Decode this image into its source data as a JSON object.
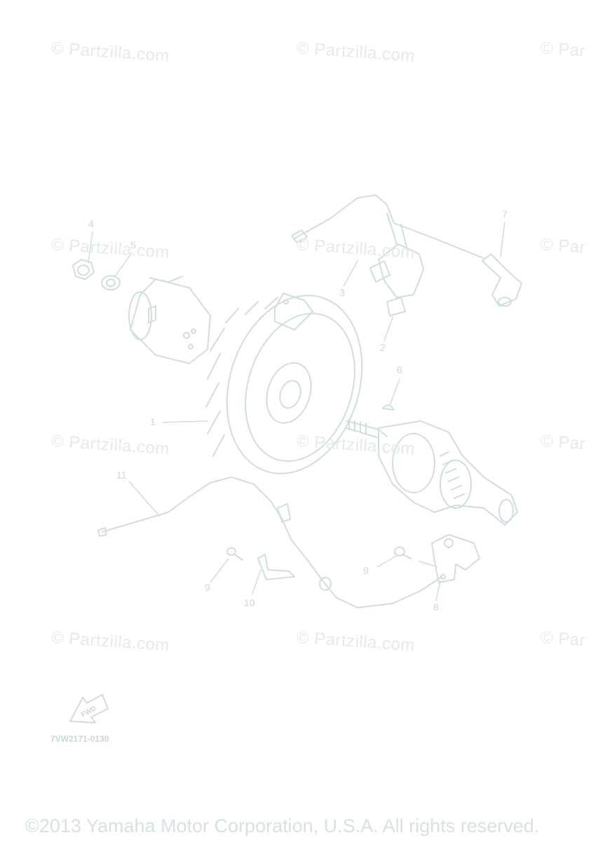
{
  "watermark": {
    "text": "© Partzilla.com",
    "text_cut": "© Par"
  },
  "callouts": {
    "c1": "1",
    "c2": "2",
    "c3": "3",
    "c4": "4",
    "c5": "5",
    "c6": "6",
    "c7": "7",
    "c8": "8",
    "c9a": "9",
    "c9b": "9",
    "c10": "10",
    "c11": "11"
  },
  "fwd_label": "FWD",
  "part_code": "7VW2171-0130",
  "copyright": "©2013 Yamaha Motor Corporation, U.S.A. All rights reserved.",
  "colors": {
    "line": "#cfe0d5",
    "text": "#c9d9cf",
    "watermark": "#e3ece6"
  }
}
